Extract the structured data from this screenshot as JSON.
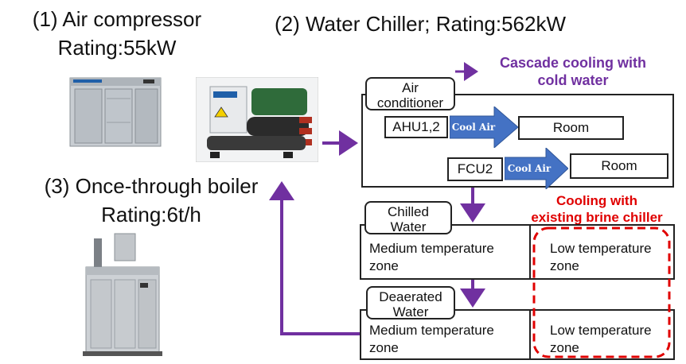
{
  "labels": {
    "air_compressor_title": "(1) Air compressor",
    "air_compressor_rating": "Rating:55kW",
    "chiller_title": "(2) Water Chiller; Rating:562kW",
    "boiler_title": "(3) Once-through boiler",
    "boiler_rating": "Rating:6t/h"
  },
  "cascade": {
    "line1": "Cascade cooling with",
    "line2": "cold water",
    "color": "#7030a0"
  },
  "brine": {
    "line1": "Cooling with",
    "line2": "existing brine chiller",
    "color": "#e00000"
  },
  "air_conditioner": {
    "tag_line1": "Air",
    "tag_line2": "conditioner",
    "rows": [
      {
        "unit": "AHU1,2",
        "flow": "Cool Air",
        "room": "Room"
      },
      {
        "unit": "FCU2",
        "flow": "Cool Air",
        "room": "Room"
      }
    ]
  },
  "chilled_water": {
    "tag_line1": "Chilled",
    "tag_line2": "Water",
    "medium_line1": "Medium temperature",
    "medium_line2": "zone",
    "low_line1": "Low temperature",
    "low_line2": "zone"
  },
  "deaerated_water": {
    "tag_line1": "Deaerated",
    "tag_line2": "Water",
    "medium_line1": "Medium temperature",
    "medium_line2": "zone",
    "low_line1": "Low temperature",
    "low_line2": "zone"
  },
  "colors": {
    "flow_arrow": "#7030a0",
    "cool_air_arrow": "#4472c4",
    "dashed_outline": "#e00000"
  }
}
